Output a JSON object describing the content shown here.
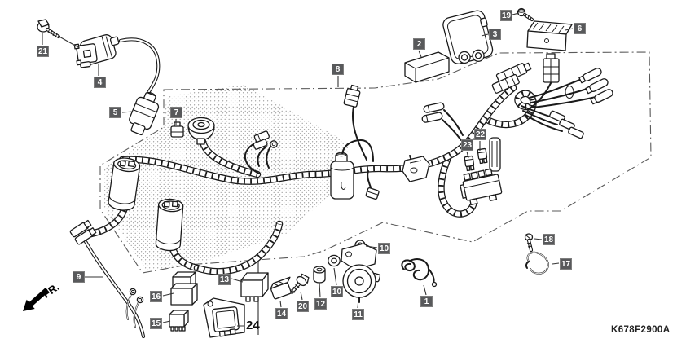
{
  "colors": {
    "line": "#1a1a1a",
    "boundary": "#5a5a5a",
    "callout_background": "#58595b",
    "callout_text": "#ffffff",
    "paper": "#ffffff"
  },
  "diagram": {
    "part_code": "K678F2900A",
    "front_marker": "FR.",
    "callouts": [
      "1",
      "2",
      "3",
      "4",
      "5",
      "6",
      "7",
      "8",
      "9",
      "10",
      "11",
      "12",
      "13",
      "14",
      "15",
      "16",
      "17",
      "18",
      "19",
      "20",
      "21",
      "22",
      "23",
      "24"
    ]
  }
}
